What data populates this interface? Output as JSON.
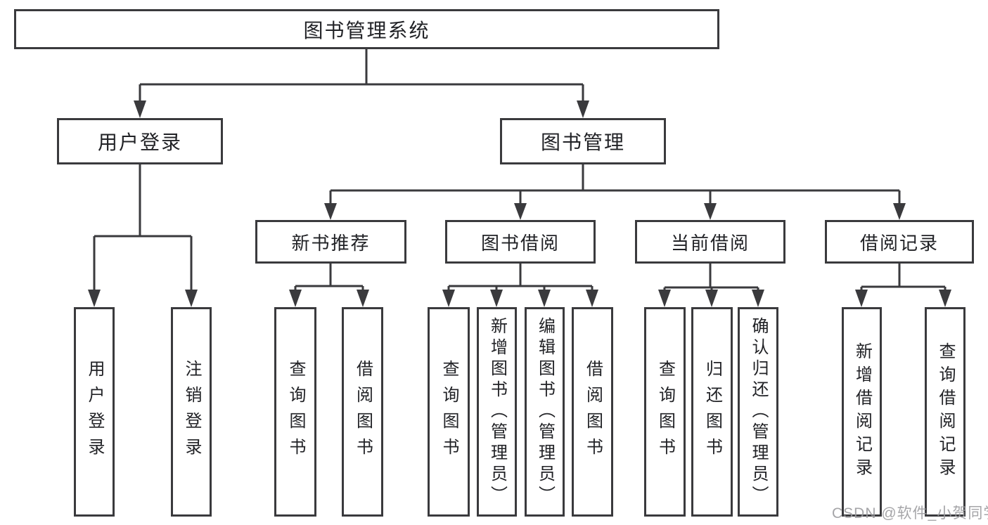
{
  "diagram": {
    "title_node": {
      "label": "图书管理系统"
    },
    "level2": [
      {
        "label": "用户登录"
      },
      {
        "label": "图书管理"
      }
    ],
    "level3": [
      {
        "label": "新书推荐"
      },
      {
        "label": "图书借阅"
      },
      {
        "label": "当前借阅"
      },
      {
        "label": "借阅记录"
      }
    ],
    "leaves": {
      "login": [
        {
          "label": "用户登录"
        },
        {
          "label": "注销登录"
        }
      ],
      "newbook": [
        {
          "label": "查询图书"
        },
        {
          "label": "借阅图书"
        }
      ],
      "borrow": [
        {
          "label": "查询图书"
        },
        {
          "label": "新增图书（管理员）"
        },
        {
          "label": "编辑图书（管理员）"
        },
        {
          "label": "借阅图书"
        }
      ],
      "current": [
        {
          "label": "查询图书"
        },
        {
          "label": "归还图书"
        },
        {
          "label": "确认归还（管理员）"
        }
      ],
      "records": [
        {
          "label": "新增借阅记录"
        },
        {
          "label": "查询借阅记录"
        }
      ]
    },
    "watermark": {
      "text": "CSDN @软件_小贺同学"
    },
    "colors": {
      "border": "#3a3a3d",
      "line": "#3a3a3d",
      "text": "#212226",
      "background": "#ffffff",
      "watermark": "#9b9b9e"
    }
  }
}
